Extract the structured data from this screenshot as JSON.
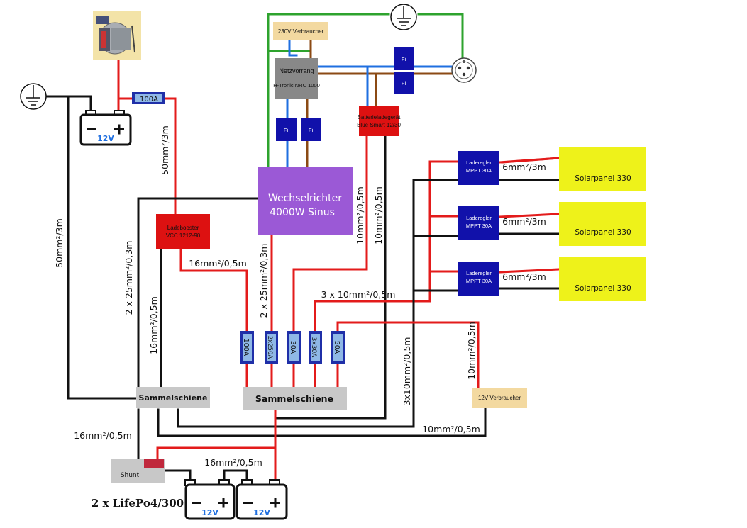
{
  "components": {
    "fuse_100a_top": "100A",
    "inverter_line1": "Wechselrichter",
    "inverter_line2": "4000W Sinus",
    "netzvorrang_line1": "Netzvorrang",
    "netzvorrang_line2": "H-Tronic NRC 1000",
    "verbraucher_230v": "230V Verbraucher",
    "charger_line1": "Batterieladegerät",
    "charger_line2": "Blue Smart 12/30",
    "fi": "Fi",
    "ladebooster_line1": "Ladebooster",
    "ladebooster_line2": "VCC 1212-90",
    "laderegler_line1": "Laderegler",
    "laderegler_line2": "MPPT 30A",
    "solar_panel": "Solarpanel 330",
    "fuses_vertical": [
      "100A",
      "2x250A",
      "30A",
      "3x30A",
      "50A"
    ],
    "sammelschiene": "Sammelschiene",
    "verbraucher_12v": "12V Verbraucher",
    "shunt": "Shunt",
    "battery_voltage": "12V",
    "battery_bank_label": "2 x LifePo4/300"
  },
  "cable_labels": {
    "c50_3_red": "50mm²/3m",
    "c50_3_blk": "50mm²/3m",
    "c2x25_03_left": "2 x 25mm²/0,3m",
    "c16_05_left": "16mm²/0,5m",
    "c16_05_booster": "16mm²/0,5m",
    "c2x25_03_inv": "2 x 25mm²/0,3m",
    "c10_05_a": "10mm²/0,5m",
    "c10_05_b": "10mm²/0,5m",
    "c3x10_05_top": "3 x 10mm²/0,5m",
    "c3x10_05_vert": "3x10mm²/0,5m",
    "c6_3": "6mm²/3m",
    "c10_05_12v": "10mm²/0,5m",
    "c10_05_bottom": "10mm²/0,5m",
    "c16_05_shunt": "16mm²/0,5m",
    "c16_05_bat": "16mm²/0,5m"
  },
  "colors": {
    "positive_wire": "#e31b1b",
    "negative_wire": "#111111",
    "earth_wire": "#2ea32e",
    "neutral_wire": "#1f6fe0",
    "phase_wire": "#8b4a14",
    "inverter": "#9b59d6",
    "red_device": "#dd1111",
    "blue_device": "#1111aa",
    "solar_panel": "#eef21a",
    "busbar": "#c8c8c8",
    "beige_load": "#f3d9a0",
    "netzvorrang": "#888888",
    "fuse_fill": "#7fb3e8"
  }
}
